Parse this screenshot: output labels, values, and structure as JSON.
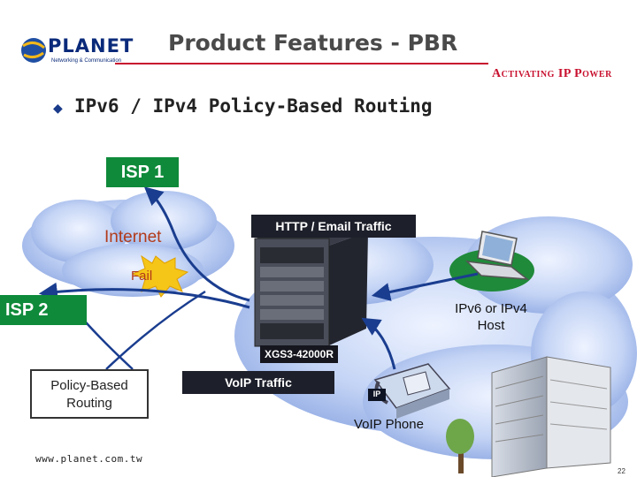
{
  "header": {
    "logo_text": "PLANET",
    "logo_subtext": "Networking & Communication",
    "title": "Product Features - PBR",
    "tagline": "Activating IP Power"
  },
  "content": {
    "bullet_text": "IPv6 / IPv4 Policy-Based Routing"
  },
  "diagram": {
    "isp1": "ISP 1",
    "isp2": "ISP 2",
    "internet": "Internet",
    "fail": "Fail",
    "http_traffic": "HTTP / Email Traffic",
    "voip_traffic": "VoIP Traffic",
    "host_line1": "IPv6 or IPv4",
    "host_line2": "Host",
    "switch_label": "XGS3-42000R",
    "pbr_line1": "Policy-Based",
    "pbr_line2": "Routing",
    "phone_label": "VoIP Phone",
    "ip_badge": "IP"
  },
  "footer": {
    "url": "www.planet.com.tw",
    "page_number": "22"
  },
  "colors": {
    "green_label": "#0e8a3a",
    "cloud": "#9fb7ec",
    "tagline_red": "#c8102e",
    "arrow": "#1a3d8f",
    "dark_label": "#1d1f2a"
  }
}
